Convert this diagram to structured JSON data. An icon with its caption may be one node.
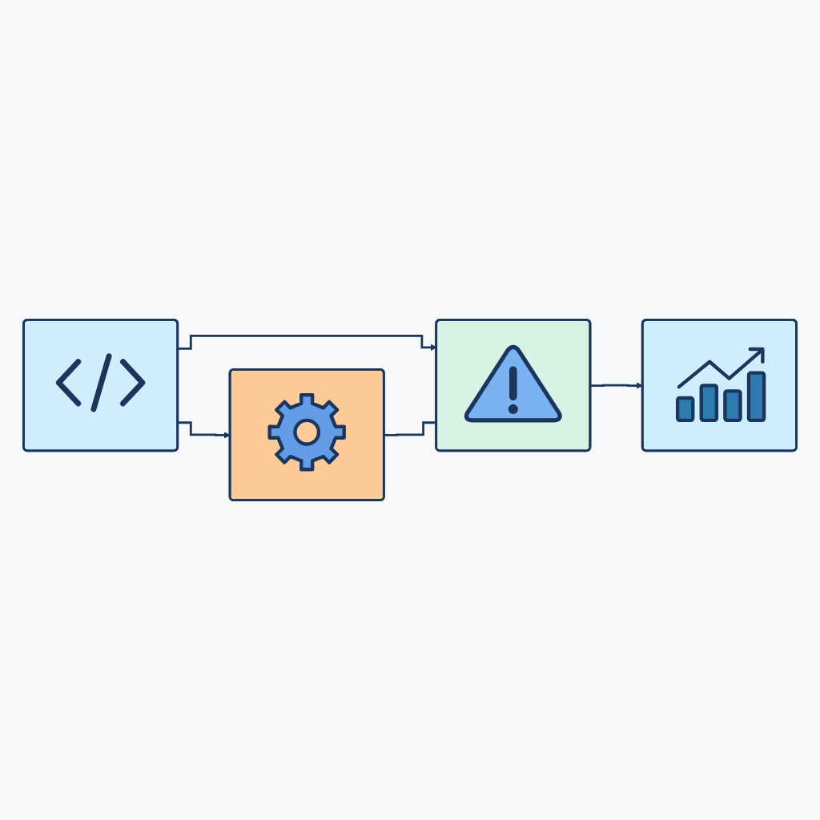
{
  "diagram": {
    "nodes": [
      {
        "text": [],
        "shape": "picture"
      },
      {
        "text": [],
        "shape": "picture"
      },
      {
        "text": [],
        "shape": "picture"
      },
      {
        "text": [],
        "shape": "picture"
      }
    ],
    "edges": [
      {
        "from": 0,
        "to": 1,
        "arrow": "to"
      },
      {
        "from": 0,
        "to": 2,
        "arrow": "to"
      },
      {
        "from": 1,
        "to": 2,
        "arrow": "none"
      },
      {
        "from": 2,
        "to": 3,
        "arrow": "to"
      }
    ]
  }
}
